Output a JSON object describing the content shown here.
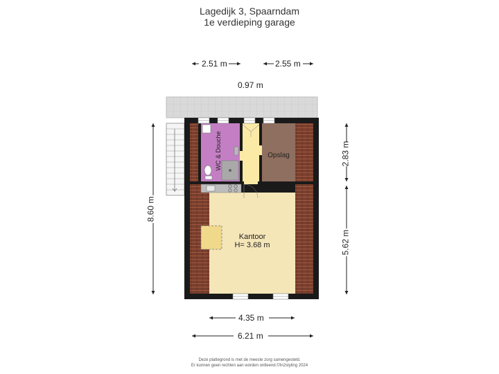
{
  "header": {
    "title": "Lagedijk 3, Spaarndam",
    "subtitle": "1e verdieping garage"
  },
  "dimensions": {
    "top_left": "2.51 m",
    "top_right": "2.55 m",
    "balcony_width": "0.97 m",
    "left_height": "8.60 m",
    "right_upper": "2.83 m",
    "right_lower": "5.62 m",
    "bottom_inner": "4.35 m",
    "bottom_outer": "6.21 m"
  },
  "rooms": {
    "wc": "WC & Douche",
    "storage": "Opslag",
    "office": "Kantoor",
    "office_height": "H= 3.68 m"
  },
  "footer": {
    "line1": "Deze plattegrond is met de meeste zorg samengesteld.",
    "line2": "Er kunnen geen rechten aan worden ontleend.©In2styling 2024"
  },
  "colors": {
    "wall": "#1a1a1a",
    "office": "#f5e6b8",
    "wc": "#c47fc4",
    "storage": "#8f6f5f",
    "hall": "#fbe9a6",
    "roof": "#7a3f2e",
    "balcony": "#d9d9d9"
  }
}
